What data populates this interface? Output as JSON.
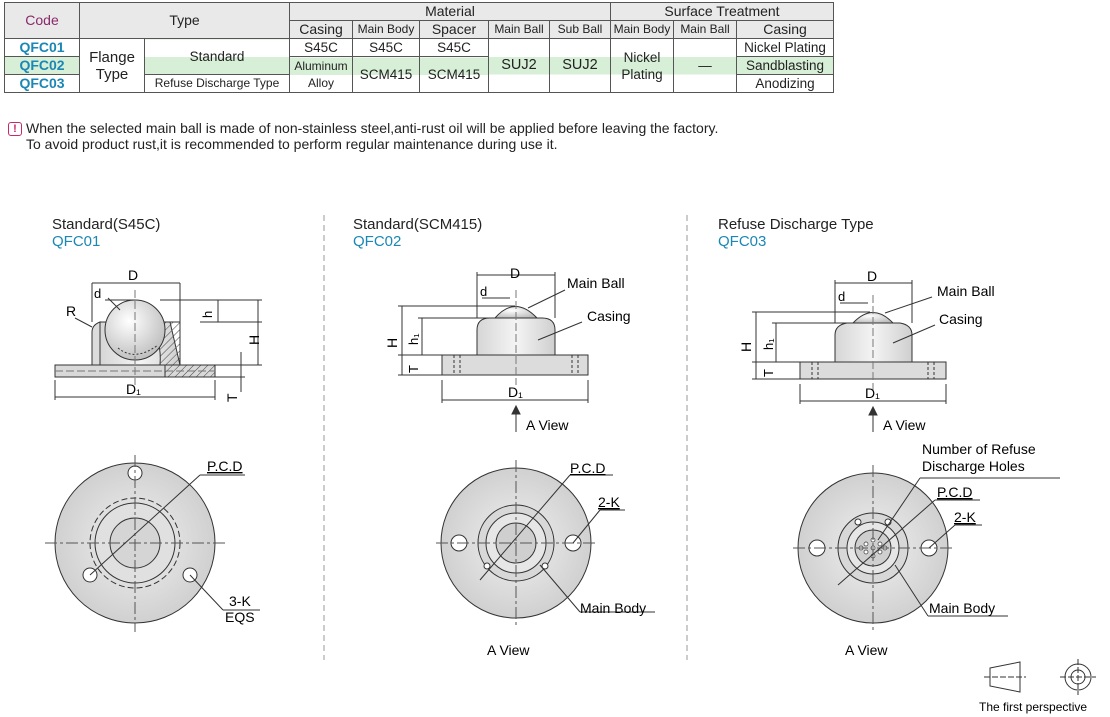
{
  "table": {
    "headers": {
      "code": "Code",
      "type": "Type",
      "material": "Material",
      "surface": "Surface Treatment",
      "casing": "Casing",
      "main_body": "Main Body",
      "spacer": "Spacer",
      "main_ball": "Main Ball",
      "sub_ball": "Sub Ball",
      "st_main_body": "Main Body",
      "st_main_ball": "Main Ball",
      "st_casing": "Casing"
    },
    "codes": [
      "QFC01",
      "QFC02",
      "QFC03"
    ],
    "flange_type": "Flange Type",
    "type_standard": "Standard",
    "type_refuse": "Refuse Discharge Type",
    "row1": {
      "casing": "S45C",
      "main_body": "S45C",
      "spacer": "S45C",
      "st_casing": "Nickel Plating"
    },
    "row23": {
      "casing": "Aluminum Alloy",
      "main_body": "SCM415",
      "spacer": "SCM415"
    },
    "main_ball": "SUJ2",
    "sub_ball": "SUJ2",
    "st_main_body": "Nickel Plating",
    "st_main_ball": "—",
    "st_casing_2": "Sandblasting",
    "st_casing_3": "Anodizing"
  },
  "note": {
    "line1": "When the selected main ball is made of non-stainless steel,anti-rust oil will be applied before leaving the factory.",
    "line2": "To avoid product rust,it is recommended to perform regular maintenance during use it."
  },
  "panels": [
    {
      "title": "Standard(S45C)",
      "code": "QFC01"
    },
    {
      "title": "Standard(SCM415)",
      "code": "QFC02"
    },
    {
      "title": "Refuse Discharge Type",
      "code": "QFC03"
    }
  ],
  "labels": {
    "D": "D",
    "d": "d",
    "R": "R",
    "h": "h",
    "H": "H",
    "T": "T",
    "h1": "h₁",
    "D1": "D₁",
    "main_ball": "Main Ball",
    "casing": "Casing",
    "a_view": "A View",
    "pcd": "P.C.D",
    "three_k": "3-K",
    "eqs": "EQS",
    "two_k": "2-K",
    "main_body": "Main Body",
    "refuse_holes_1": "Number of Refuse",
    "refuse_holes_2": "Discharge Holes"
  },
  "perspective": "The first perspective",
  "colors": {
    "code_blue": "#1a87b5",
    "code_header": "#8a2a6b",
    "row_green": "#d7efd7",
    "note_pink": "#c9266e"
  }
}
